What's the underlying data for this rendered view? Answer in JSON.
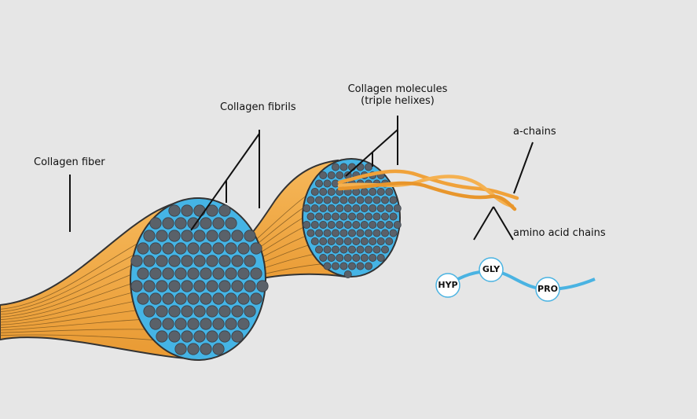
{
  "labels": {
    "collagen_fiber": "Collagen fiber",
    "collagen_fibrils": "Collagen fibrils",
    "collagen_molecules_line1": "Collagen molecules",
    "collagen_molecules_line2": "(triple helixes)",
    "a_chains": "a-chains",
    "amino_acid_chains": "amino acid chains"
  },
  "amino_acids": [
    "HYP",
    "GLY",
    "PRO"
  ],
  "colors": {
    "background": "#e6e6e6",
    "fiber_orange": "#f0a640",
    "fiber_dark": "#3b3b3b",
    "cross_section_blue": "#45b4e5",
    "fibril_gray": "#5a6169",
    "amino_chain_blue": "#4ab3e2"
  }
}
